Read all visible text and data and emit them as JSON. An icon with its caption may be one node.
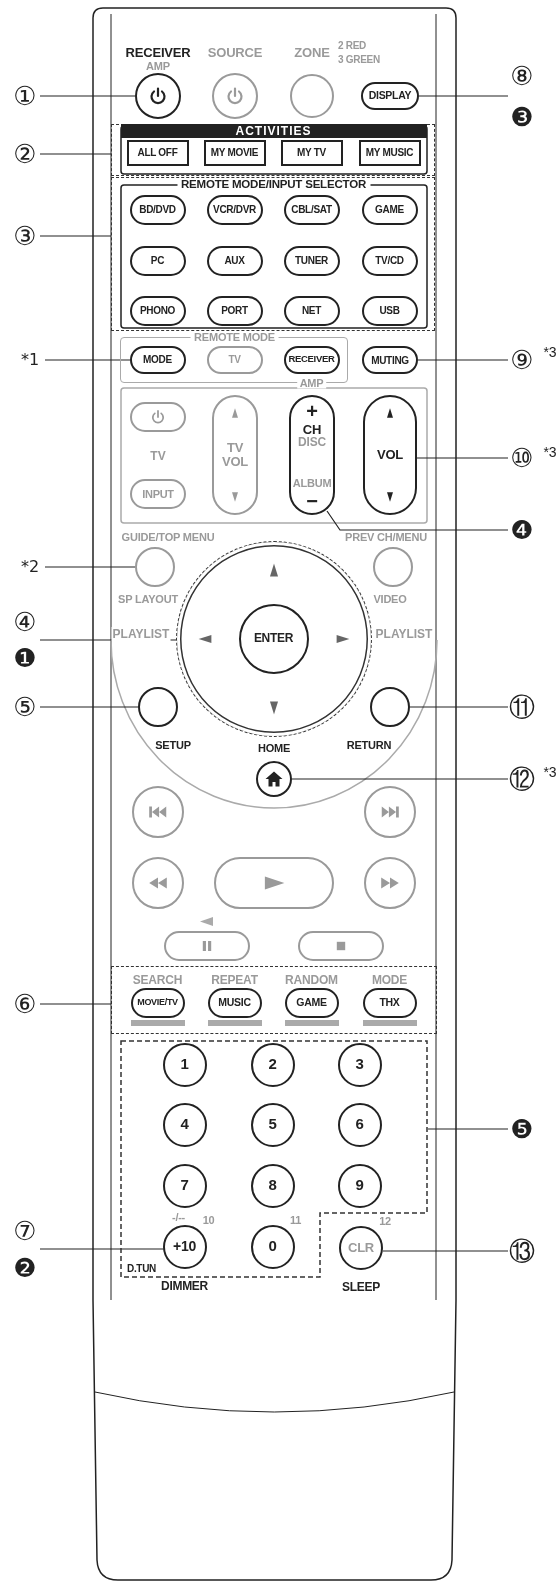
{
  "diagram": {
    "nodes": [
      {
        "text": [
          "①"
        ]
      },
      {
        "text": [
          "RECEIVER",
          "AMP"
        ]
      },
      {
        "text": [
          "SOURCE"
        ]
      },
      {
        "text": [
          "ZONE"
        ],
        "beside": [
          "2 RED",
          "3 GREEN"
        ]
      },
      {
        "text": [
          "DISPLAY"
        ]
      },
      {
        "text": [
          "⑧",
          "❸"
        ]
      },
      {
        "text": [
          "②"
        ]
      },
      {
        "text": [
          "ACTIVITIES"
        ]
      },
      {
        "text": [
          "ALL OFF"
        ],
        "in": 7
      },
      {
        "text": [
          "MY MOVIE"
        ],
        "in": 7
      },
      {
        "text": [
          "MY TV"
        ],
        "in": 7
      },
      {
        "text": [
          "MY MUSIC"
        ],
        "in": 7
      },
      {
        "text": [
          "③"
        ]
      },
      {
        "text": [
          "REMOTE MODE/INPUT SELECTOR"
        ]
      },
      {
        "text": [
          "BD/DVD"
        ],
        "in": 13
      },
      {
        "text": [
          "VCR/DVR"
        ],
        "in": 13
      },
      {
        "text": [
          "CBL/SAT"
        ],
        "in": 13
      },
      {
        "text": [
          "GAME"
        ],
        "in": 13
      },
      {
        "text": [
          "PC"
        ],
        "in": 13
      },
      {
        "text": [
          "AUX"
        ],
        "in": 13
      },
      {
        "text": [
          "TUNER"
        ],
        "in": 13
      },
      {
        "text": [
          "TV/CD"
        ],
        "in": 13
      },
      {
        "text": [
          "PHONO"
        ],
        "in": 13
      },
      {
        "text": [
          "PORT"
        ],
        "in": 13
      },
      {
        "text": [
          "NET"
        ],
        "in": 13
      },
      {
        "text": [
          "USB"
        ],
        "in": 13
      },
      {
        "text": [
          "*1"
        ]
      },
      {
        "text": [
          "REMOTE MODE"
        ]
      },
      {
        "text": [
          "MODE"
        ],
        "in": 27
      },
      {
        "text": [
          "TV"
        ],
        "in": 27
      },
      {
        "text": [
          "RECEIVER"
        ],
        "in": 27,
        "beside": [
          "AMP"
        ]
      },
      {
        "text": [
          "MUTING"
        ]
      },
      {
        "text": [
          "⑨"
        ],
        "beside": [
          "*3"
        ]
      },
      {
        "text": [],
        "shape": "box"
      },
      {
        "text": [
          "INPUT"
        ]
      },
      {
        "text": [
          "TV VOL"
        ]
      },
      {
        "text": [
          "+",
          "CH",
          "DISC",
          "ALBUM",
          "−"
        ]
      },
      {
        "text": [
          "VOL"
        ]
      },
      {
        "text": [
          "⑩"
        ],
        "beside": [
          "*3"
        ]
      },
      {
        "text": [
          "❹"
        ]
      },
      {
        "text": [
          "*2"
        ]
      },
      {
        "text": [
          "GUIDE/TOP MENU",
          "SP LAYOUT"
        ]
      },
      {
        "text": [
          "PREV CH/MENU",
          "VIDEO"
        ]
      },
      {
        "text": [
          "④",
          "❶"
        ]
      },
      {
        "text": [],
        "shape": "circle"
      },
      {
        "text": [
          "ENTER"
        ],
        "in": 44
      },
      {
        "text": [
          "⑤"
        ]
      },
      {
        "text": [
          "SETUP"
        ]
      },
      {
        "text": [
          "RETURN"
        ]
      },
      {
        "text": [
          "⑪"
        ]
      },
      {
        "text": [
          "HOME"
        ]
      },
      {
        "text": [
          "⑫"
        ],
        "beside": [
          "*3"
        ]
      },
      {
        "text": [],
        "shape": "circle"
      },
      {
        "text": [],
        "shape": "circle"
      },
      {
        "text": [],
        "shape": "circle"
      },
      {
        "text": [],
        "shape": "box"
      },
      {
        "text": [],
        "shape": "circle"
      },
      {
        "text": [],
        "shape": "box"
      },
      {
        "text": [],
        "shape": "box"
      },
      {
        "text": [
          "⑥"
        ]
      },
      {
        "text": [],
        "shape": "box"
      },
      {
        "text": [
          "SEARCH",
          "MOVIE/TV"
        ],
        "in": 60
      },
      {
        "text": [
          "REPEAT",
          "MUSIC"
        ],
        "in": 60
      },
      {
        "text": [
          "RANDOM",
          "GAME"
        ],
        "in": 60
      },
      {
        "text": [
          "MODE",
          "THX"
        ],
        "in": 60
      },
      {
        "text": [],
        "shape": "box"
      },
      {
        "text": [
          "1"
        ],
        "in": 65
      },
      {
        "text": [
          "2"
        ],
        "in": 65
      },
      {
        "text": [
          "3"
        ],
        "in": 65
      },
      {
        "text": [
          "4"
        ],
        "in": 65
      },
      {
        "text": [
          "5"
        ],
        "in": 65
      },
      {
        "text": [
          "6"
        ],
        "in": 65
      },
      {
        "text": [
          "7"
        ],
        "in": 65
      },
      {
        "text": [
          "8"
        ],
        "in": 65
      },
      {
        "text": [
          "9"
        ],
        "in": 65
      },
      {
        "text": [
          "❺"
        ]
      },
      {
        "text": [
          "⑦",
          "❷"
        ]
      },
      {
        "text": [
          "+10"
        ],
        "in": 65,
        "beside": [
          "-/--",
          "10",
          "D.TUN",
          "DIMMER"
        ]
      },
      {
        "text": [
          "0"
        ],
        "in": 65,
        "beside": [
          "11"
        ]
      },
      {
        "text": [
          "CLR"
        ],
        "beside": [
          "12",
          "SLEEP"
        ]
      },
      {
        "text": [
          "⑬"
        ]
      }
    ],
    "edges": [
      {
        "from": 0,
        "to": 1,
        "arrow": "none"
      },
      {
        "from": 5,
        "to": 4,
        "arrow": "none"
      },
      {
        "from": 6,
        "to": 7,
        "arrow": "none"
      },
      {
        "from": 12,
        "to": 13,
        "arrow": "none"
      },
      {
        "from": 26,
        "to": 28,
        "arrow": "none"
      },
      {
        "from": 32,
        "to": 31,
        "arrow": "none"
      },
      {
        "from": 38,
        "to": 37,
        "arrow": "none"
      },
      {
        "from": 39,
        "to": 36,
        "arrow": "none"
      },
      {
        "from": 40,
        "to": 41,
        "arrow": "none"
      },
      {
        "from": 43,
        "to": 44,
        "arrow": "none"
      },
      {
        "from": 46,
        "to": 47,
        "arrow": "none"
      },
      {
        "from": 49,
        "to": 48,
        "arrow": "none"
      },
      {
        "from": 51,
        "to": 50,
        "arrow": "none"
      },
      {
        "from": 59,
        "to": 60,
        "arrow": "none"
      },
      {
        "from": 75,
        "to": 65,
        "arrow": "none"
      },
      {
        "from": 76,
        "to": 77,
        "arrow": "none"
      },
      {
        "from": 80,
        "to": 79,
        "arrow": "none"
      }
    ],
    "labels": [
      "TV",
      "PLAYLIST",
      "PLAYLIST"
    ]
  }
}
